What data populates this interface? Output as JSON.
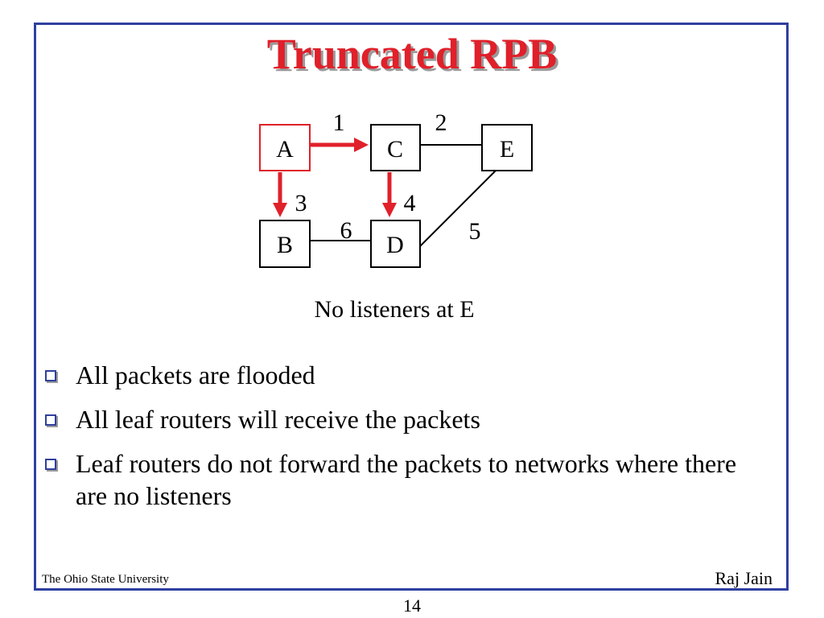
{
  "slide": {
    "title": "Truncated RPB",
    "caption": "No listeners at E",
    "bullets": [
      "All packets are flooded",
      "All leaf routers will receive the packets",
      "Leaf routers do not forward the packets to networks where there are no listeners"
    ],
    "footer_left": "The Ohio State University",
    "footer_right": "Raj Jain",
    "page_number": "14"
  },
  "diagram": {
    "nodes": [
      "A",
      "C",
      "E",
      "B",
      "D"
    ],
    "link_labels": [
      "1",
      "2",
      "3",
      "4",
      "5",
      "6"
    ]
  },
  "colors": {
    "title": "#e0202a",
    "arrow": "#e0202a",
    "frame": "#2f3f9f"
  }
}
